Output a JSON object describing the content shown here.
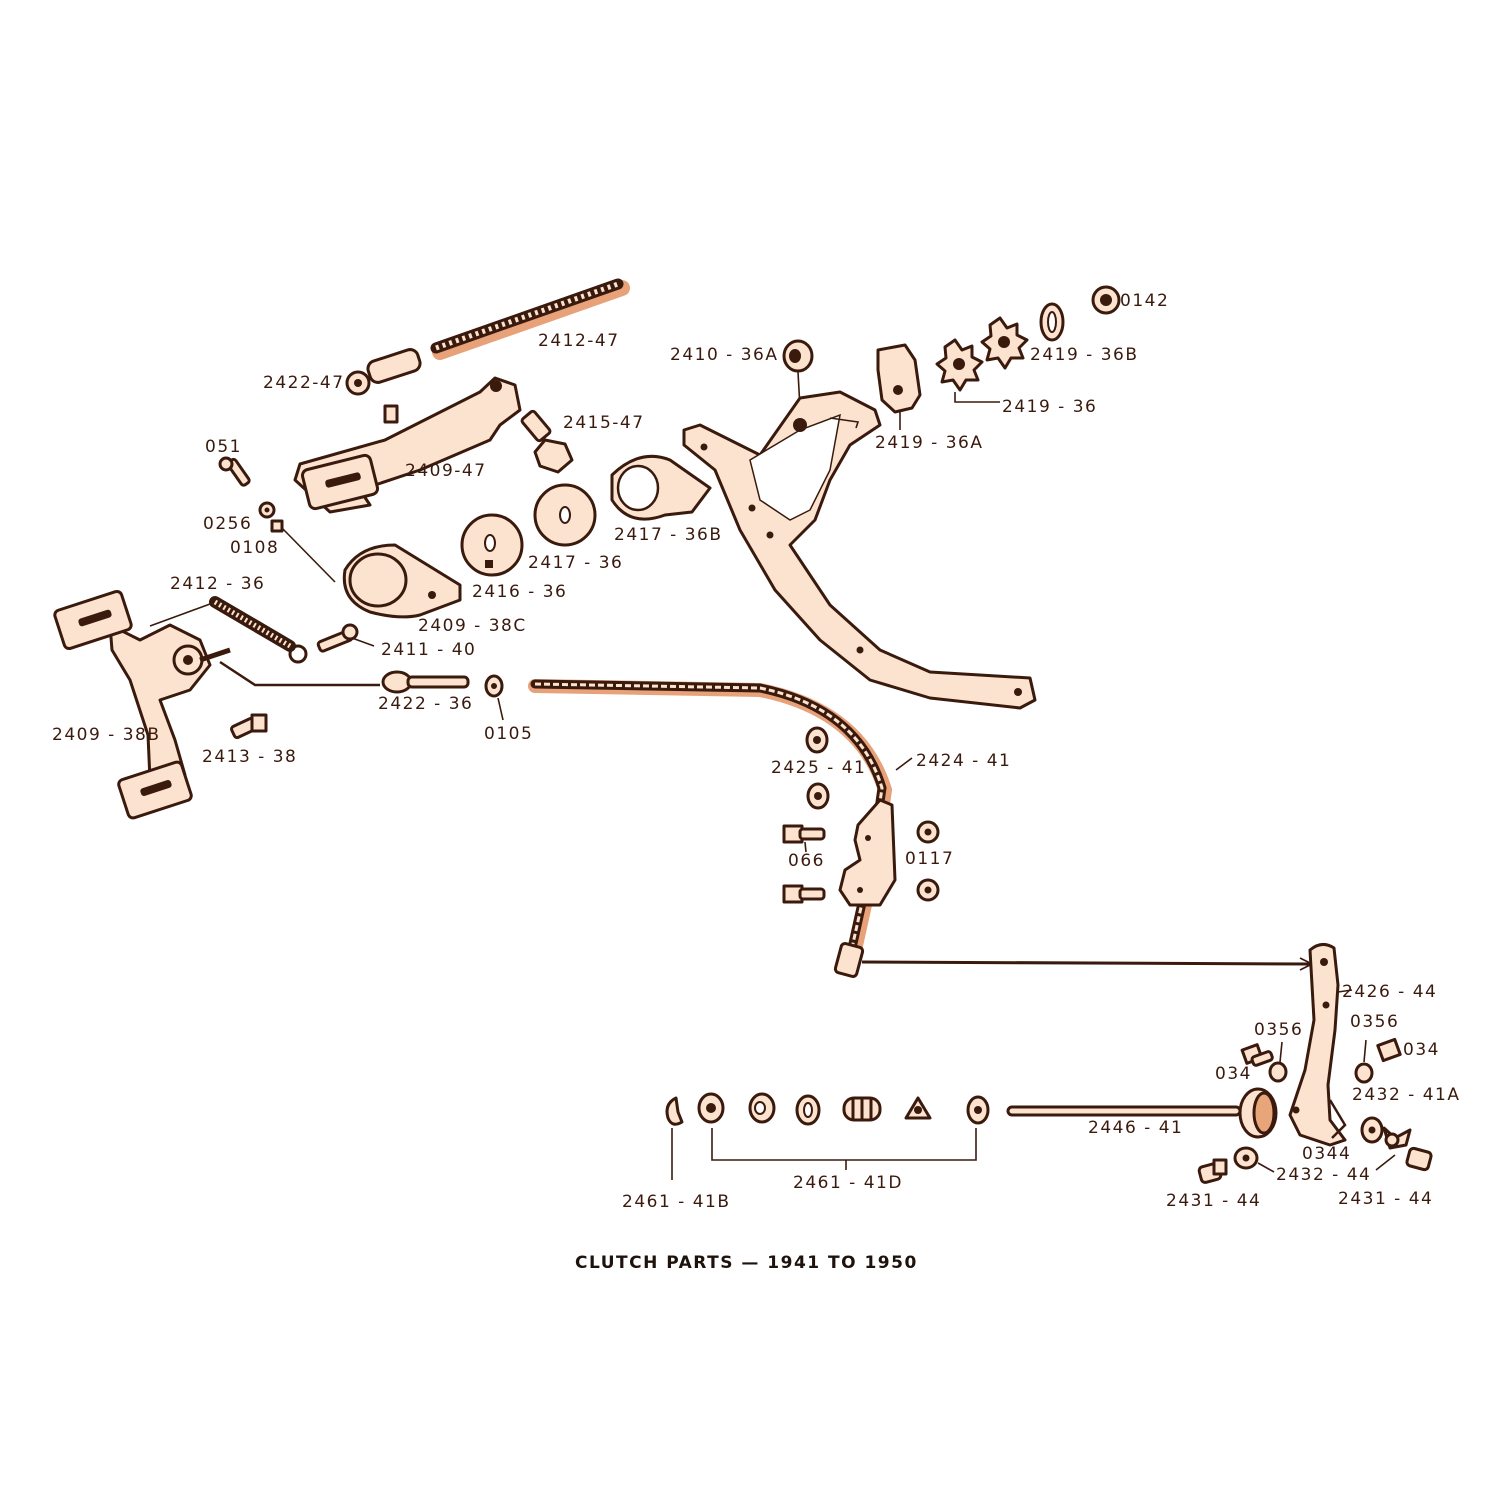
{
  "caption": "CLUTCH PARTS — 1941 TO 1950",
  "colors": {
    "ink": "#3b1a0e",
    "fill": "#fbe3cf",
    "shadow": "#e7a27a"
  },
  "labels": {
    "p0142": "0142",
    "p2412_47": "2412-47",
    "p2410_36A": "2410 - 36A",
    "p2419_36B": "2419 - 36B",
    "p2422_47": "2422-47",
    "p2419_36": "2419 - 36",
    "p2415_47": "2415-47",
    "p2419_36A": "2419 - 36A",
    "p051": "051",
    "p2409_47": "2409-47",
    "p0256": "0256",
    "p0108": "0108",
    "p2417_36B": "2417 - 36B",
    "p2417_36": "2417 - 36",
    "p2416_36": "2416 - 36",
    "p2412_36": "2412 - 36",
    "p2409_38C": "2409 - 38C",
    "p2411_40": "2411 - 40",
    "p2422_36": "2422 - 36",
    "p0105": "0105",
    "p2409_38B": "2409 - 38B",
    "p2413_38": "2413 - 38",
    "p2425_41": "2425 - 41",
    "p2424_41": "2424 - 41",
    "p066": "066",
    "p0117": "0117",
    "p2426_44": "2426 - 44",
    "p0356a": "0356",
    "p0356b": "0356",
    "p034a": "034",
    "p034b": "034",
    "p2432_41A": "2432 - 41A",
    "p0344": "0344",
    "p2446_41": "2446 - 41",
    "p2432_44": "2432 - 44",
    "p2431_44a": "2431 - 44",
    "p2431_44b": "2431 - 44",
    "p2461_41B": "2461 - 41B",
    "p2461_41D": "2461 - 41D"
  }
}
